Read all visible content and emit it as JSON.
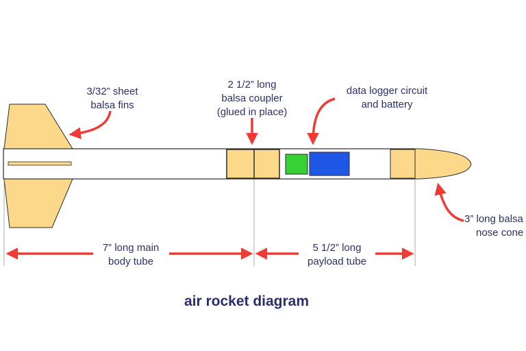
{
  "title": "air rocket diagram",
  "labels": {
    "fins": [
      "3/32” sheet",
      "balsa fins"
    ],
    "coupler": [
      "2 1/2” long",
      "balsa coupler",
      "(glued in place)"
    ],
    "logger": [
      "data logger circuit",
      "and battery"
    ],
    "nose": [
      "3” long balsa",
      "nose cone"
    ],
    "main_tube": [
      "7” long main",
      "body tube"
    ],
    "payload_tube": [
      "5 1/2” long",
      "payload tube"
    ]
  },
  "colors": {
    "balsa": "#fbd88a",
    "outline": "#2a2a2a",
    "arrow": "#ee3b36",
    "text": "#2b2f6b",
    "circuit": "#35d135",
    "battery": "#1e57e6"
  }
}
